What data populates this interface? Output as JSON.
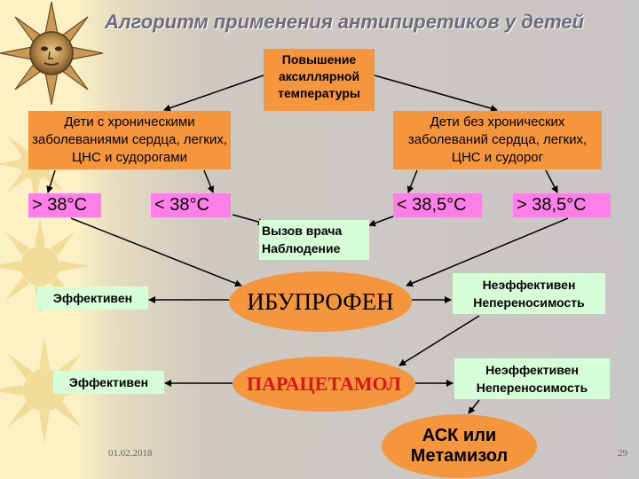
{
  "title": "Алгоритм применения антипиретиков у детей",
  "nodes": {
    "top": "Повышение аксиллярной температуры",
    "left_group": "Дети с хроническими заболеваниями сердца, легких, ЦНС и судорогами",
    "right_group": "Дети без хронических заболеваний сердца, легких, ЦНС и судорог",
    "temp_gt38": "> 38°С",
    "temp_lt38": "< 38°С",
    "temp_lt385": "< 38,5°С",
    "temp_gt385": "> 38,5°С",
    "doctor": "Вызов врача Наблюдение",
    "effective_1": "Эффективен",
    "effective_2": "Эффективен",
    "ineffective_1": "Неэффективен Непереносимость",
    "ineffective_2": "Неэффективен Непереносимость",
    "ibuprofen": "ИБУПРОФЕН",
    "paracetamol": "ПАРАЦЕТАМОЛ",
    "ask": "АСК или Метамизол"
  },
  "footer": {
    "date": "01.02.2018",
    "page": "29"
  },
  "colors": {
    "orange": "#f5953c",
    "pink": "#ff7fe8",
    "green": "#d7ffd7",
    "red_text": "#d8161e",
    "title": "#6d6c78"
  }
}
